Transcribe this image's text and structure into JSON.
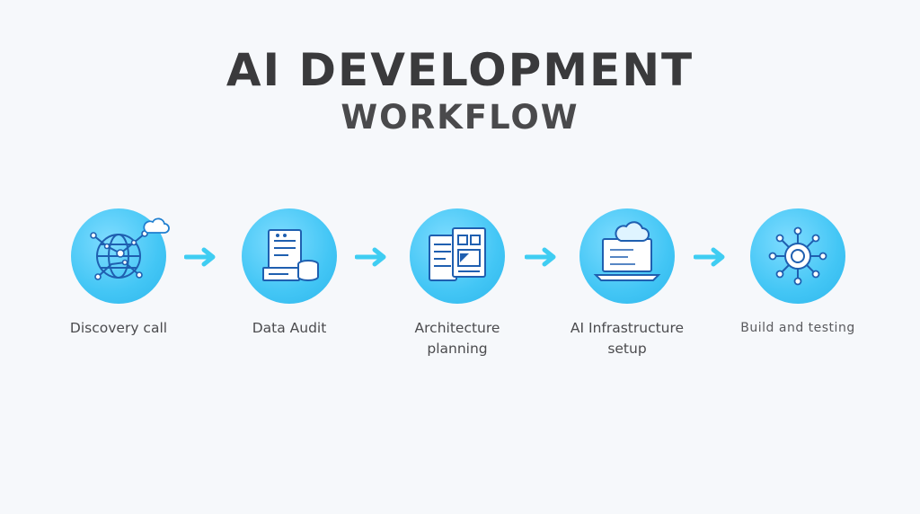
{
  "title": {
    "line1": "AI DEVELOPMENT",
    "line2": "WORKFLOW"
  },
  "colors": {
    "circle": "#43c6f5",
    "arrow": "#3fcdf2",
    "icon_stroke": "#1f5fb0",
    "text": "#4b4b4e"
  },
  "steps": [
    {
      "label": "Discovery call",
      "icon": "globe-network-icon"
    },
    {
      "label": "Data Audit",
      "icon": "document-database-icon"
    },
    {
      "label": "Architecture planning",
      "icon": "blueprint-windows-icon"
    },
    {
      "label": "AI Infrastructure setup",
      "icon": "laptop-cloud-icon"
    },
    {
      "label": "Build and testing",
      "icon": "network-hub-icon"
    }
  ]
}
